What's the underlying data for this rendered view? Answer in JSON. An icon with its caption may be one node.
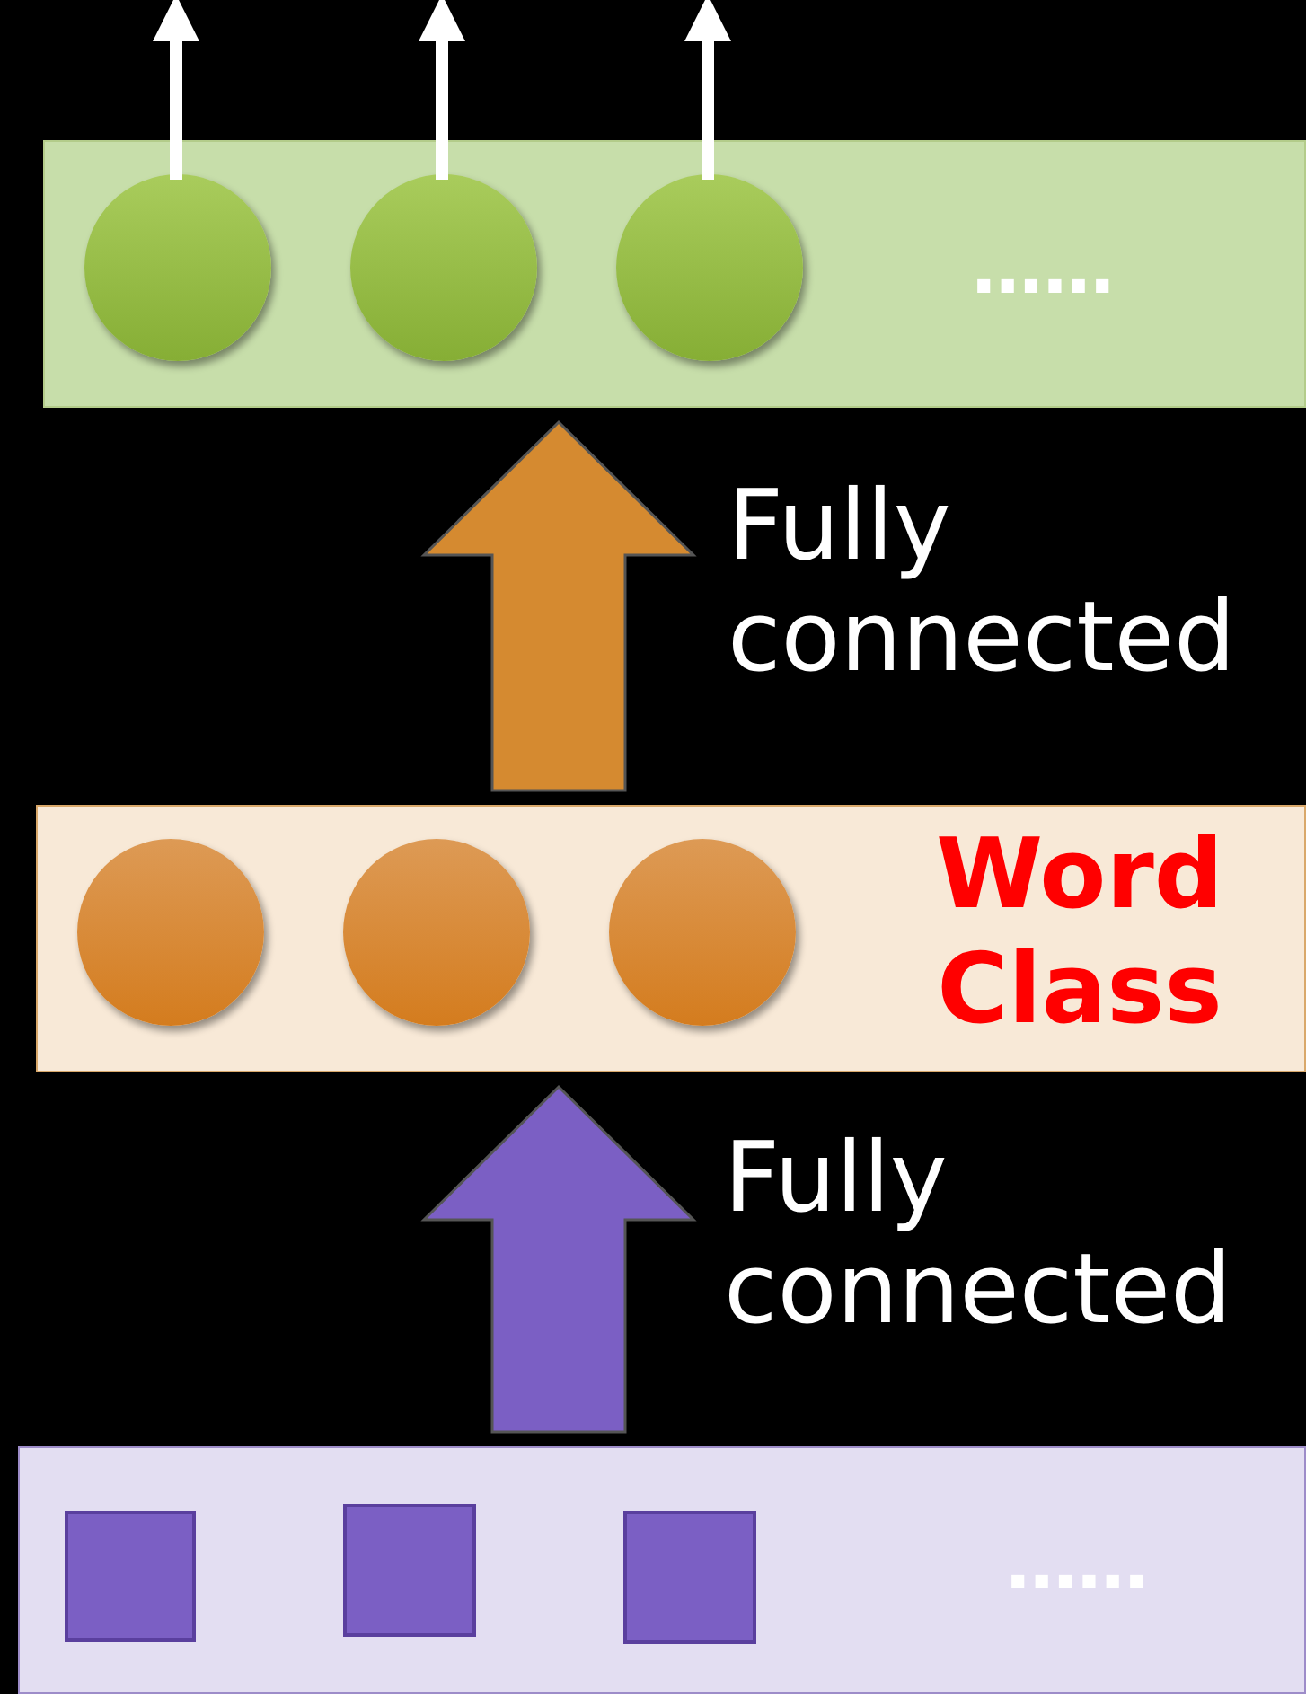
{
  "diagram": {
    "nodes": [
      {
        "text": [
          "......"
        ]
      },
      {
        "text": [],
        "shape": "circle",
        "in": 0
      },
      {
        "text": [],
        "shape": "circle",
        "in": 0
      },
      {
        "text": [],
        "shape": "circle",
        "in": 0
      },
      {
        "text": [
          "Word Class"
        ]
      },
      {
        "text": [],
        "shape": "circle",
        "in": 4
      },
      {
        "text": [],
        "shape": "circle",
        "in": 4
      },
      {
        "text": [],
        "shape": "circle",
        "in": 4
      },
      {
        "text": [
          "......"
        ]
      },
      {
        "text": [],
        "shape": "box",
        "in": 8
      },
      {
        "text": [],
        "shape": "box",
        "in": 8
      },
      {
        "text": [],
        "shape": "box",
        "in": 8
      }
    ],
    "edges": [
      {
        "from": 1,
        "to": null,
        "arrow": "to"
      },
      {
        "from": 2,
        "to": null,
        "arrow": "to"
      },
      {
        "from": 3,
        "to": null,
        "arrow": "to"
      },
      {
        "from": 4,
        "to": 0,
        "arrow": "to",
        "label": "Fully connected",
        "style": "thick",
        "color": "#d58a30"
      },
      {
        "from": 8,
        "to": 4,
        "arrow": "to",
        "label": "Fully connected",
        "style": "thick",
        "color": "#7b5fc4"
      }
    ]
  }
}
